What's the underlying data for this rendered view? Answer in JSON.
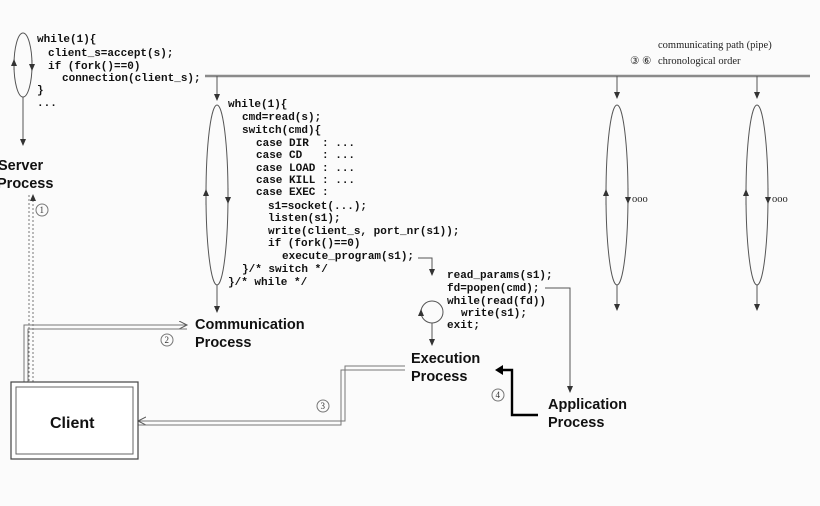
{
  "legend": {
    "pipe": "communicating path (pipe)",
    "order_from": "③",
    "order_to": "⑥",
    "order": "chronological order"
  },
  "server_code": [
    "while(1){",
    "client_s=accept(s);",
    "if (fork()==0)",
    "connection(client_s);",
    "}",
    "..."
  ],
  "comm_code": [
    "while(1){",
    "cmd=read(s);",
    "switch(cmd){",
    "case DIR  : ...",
    "case CD   : ...",
    "case LOAD : ...",
    "case KILL : ...",
    "case EXEC :",
    "s1=socket(...);",
    "listen(s1);",
    "write(client_s, port_nr(s1));",
    "if (fork()==0)",
    "execute_program(s1);",
    "}/* switch */",
    "}/* while */"
  ],
  "exec_code": [
    "read_params(s1);",
    "fd=popen(cmd);",
    "while(read(fd))",
    "write(s1);",
    "exit;"
  ],
  "labels": {
    "server": [
      "Server",
      "Process"
    ],
    "communication": [
      "Communication",
      "Process"
    ],
    "execution": [
      "Execution",
      "Process"
    ],
    "application": [
      "Application",
      "Process"
    ],
    "client": "Client"
  },
  "circled": {
    "n1": "1",
    "n2": "2",
    "n3": "3",
    "n4": "4"
  },
  "ellipsis": {
    "a": "ooo",
    "b": "ooo"
  },
  "colors": {
    "bus": "#8a8a8a",
    "line": "#555555",
    "text": "#111111"
  }
}
